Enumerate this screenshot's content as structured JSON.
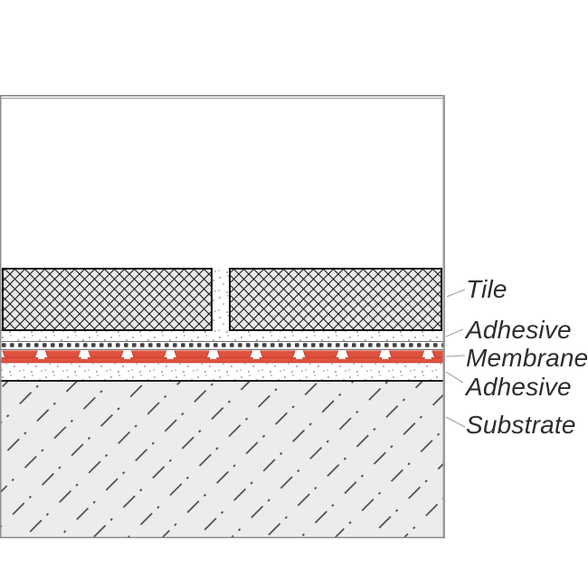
{
  "labels": {
    "tile": "Tile",
    "adhesive_top": "Adhesive",
    "membrane": "Membrane",
    "adhesive_bottom": "Adhesive",
    "substrate": "Substrate"
  },
  "layers_order": [
    "Tile",
    "Adhesive",
    "Membrane",
    "Adhesive",
    "Substrate"
  ],
  "colors": {
    "membrane_red": "#e0513e",
    "membrane_red_edge": "#bf4030",
    "tile_fill": "#e9e9e9",
    "substrate_fill": "#ececec",
    "hatch_dark": "#1c1c1c",
    "stipple_gray": "#9b9b9b",
    "frame_gray": "#8f8f8f",
    "leader_gray": "#9a9a9a",
    "label_text": "#2d2d2d"
  }
}
